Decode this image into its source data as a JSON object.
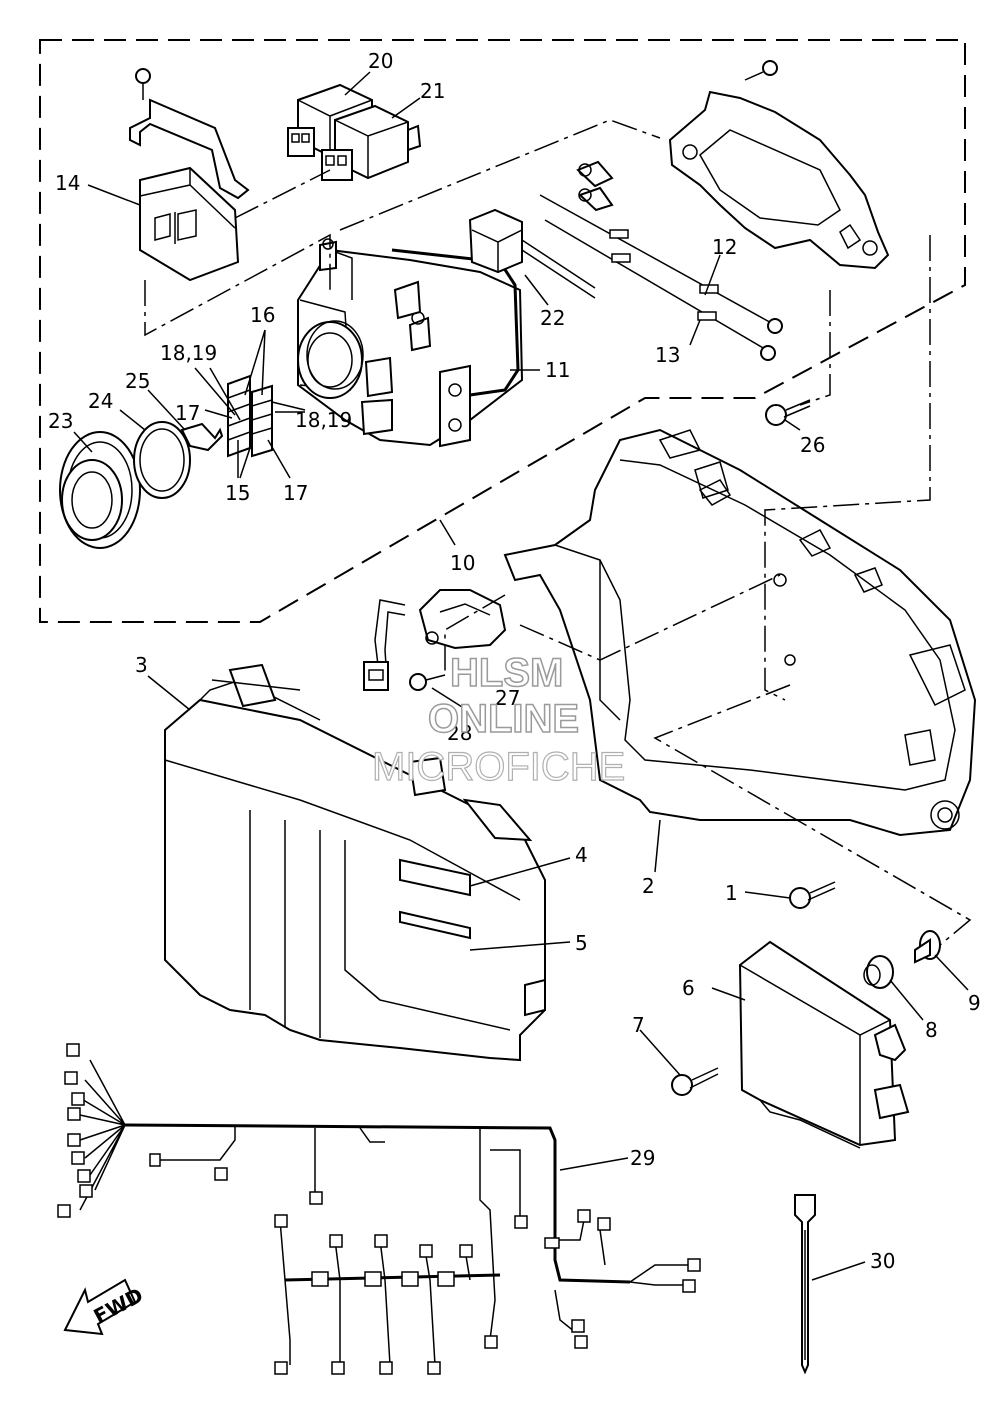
{
  "labels": {
    "p1": "1",
    "p2": "2",
    "p3": "3",
    "p4": "4",
    "p5": "5",
    "p6": "6",
    "p7": "7",
    "p8": "8",
    "p9": "9",
    "p10": "10",
    "p11": "11",
    "p12": "12",
    "p13": "13",
    "p14": "14",
    "p15": "15",
    "p16": "16",
    "p17a": "17",
    "p17b": "17",
    "p18_19a": "18,19",
    "p18_19b": "18,19",
    "p20": "20",
    "p21": "21",
    "p22": "22",
    "p23": "23",
    "p24": "24",
    "p25": "25",
    "p26": "26",
    "p27": "27",
    "p28": "28",
    "p29": "29",
    "p30": "30"
  },
  "watermark": {
    "line1": "HLSM",
    "line2": "ONLINE",
    "line3": "MICROFICHE"
  },
  "direction_arrow": "FWD"
}
